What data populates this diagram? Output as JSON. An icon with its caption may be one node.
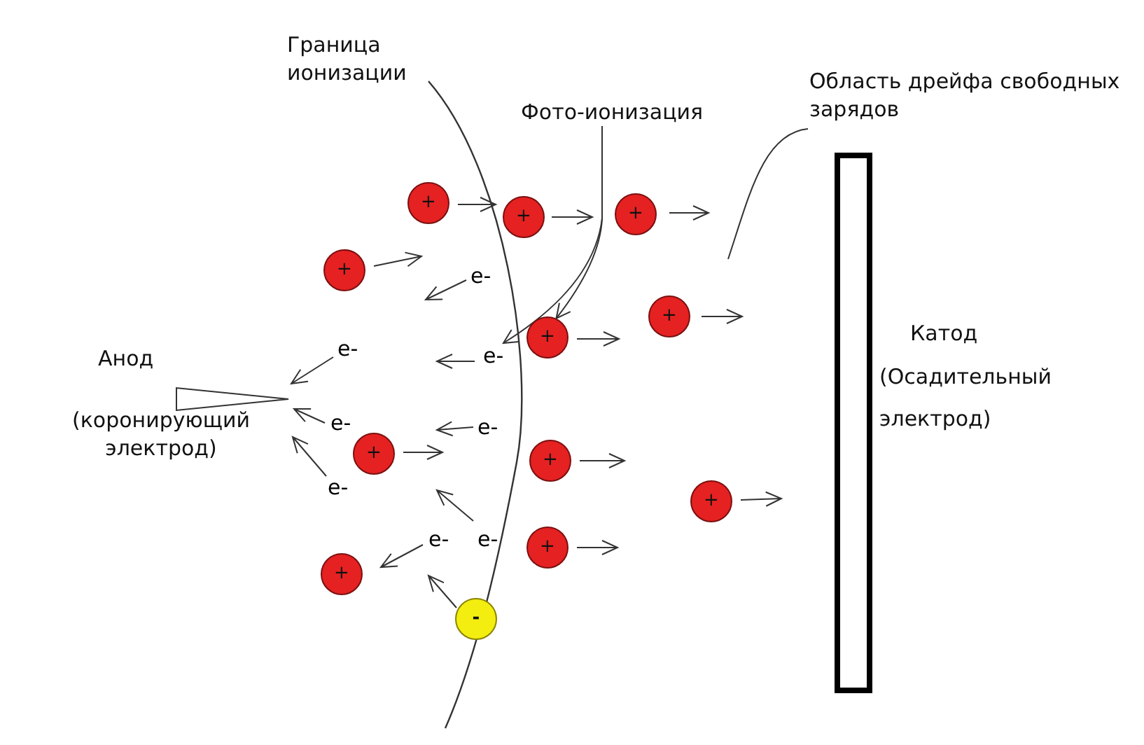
{
  "diagram": {
    "nodes": [
      {
        "text": [
          "Фото-ионизация"
        ]
      },
      {
        "text": [
          "Область дрейфа свободных зарядов"
        ]
      },
      {
        "text": [],
        "shape": "bar",
        "beside": [
          "Катод",
          "(Осадительный электрод)"
        ]
      },
      {
        "text": [],
        "shape": "triangle",
        "beside": [
          "Анод",
          "(коронирующий электрод)"
        ]
      },
      {
        "text": [
          "+"
        ]
      },
      {
        "text": [
          "+"
        ]
      },
      {
        "text": [
          "+"
        ]
      },
      {
        "text": [
          "+"
        ]
      },
      {
        "text": [
          "+"
        ]
      },
      {
        "text": [
          "+"
        ]
      },
      {
        "text": [
          "+"
        ]
      },
      {
        "text": [
          "+"
        ]
      },
      {
        "text": [
          "+"
        ]
      },
      {
        "text": [
          "+"
        ]
      },
      {
        "text": [
          "+"
        ]
      },
      {
        "text": [
          "-"
        ]
      },
      {
        "text": [
          "e-"
        ]
      },
      {
        "text": [
          "e-"
        ]
      },
      {
        "text": [
          "e-"
        ]
      },
      {
        "text": [
          "e-"
        ]
      },
      {
        "text": [
          "e-"
        ]
      },
      {
        "text": [
          "e-"
        ]
      },
      {
        "text": [
          "e-"
        ]
      },
      {
        "text": [
          "e-"
        ]
      }
    ],
    "edges": [
      {
        "from": 0,
        "to": 18,
        "arrow": "to"
      },
      {
        "from": 0,
        "to": 9,
        "arrow": "to"
      },
      {
        "from": 1,
        "to": null,
        "arrow": "none"
      }
    ],
    "labels": [
      "Граница ионизации"
    ]
  }
}
